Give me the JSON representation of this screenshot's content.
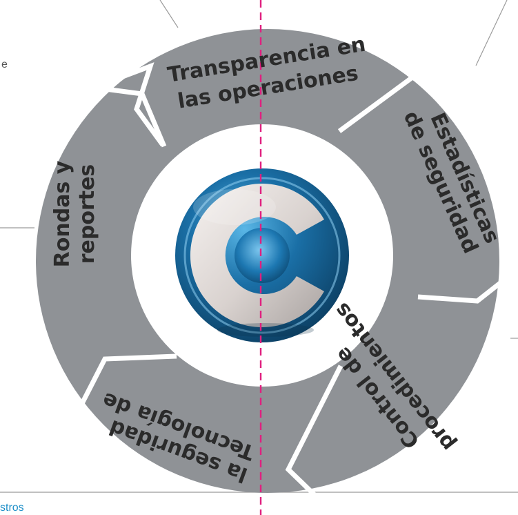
{
  "diagram": {
    "segments": [
      {
        "id": "transparencia",
        "lines": [
          "Transparencia en",
          "las operaciones"
        ]
      },
      {
        "id": "estadisticas",
        "lines": [
          "Estadísticas",
          "de seguridad"
        ]
      },
      {
        "id": "control",
        "lines": [
          "Control de",
          "procedimientos"
        ]
      },
      {
        "id": "tecnologia",
        "lines": [
          "Tecnología de",
          "la seguridad"
        ]
      },
      {
        "id": "rondas",
        "lines": [
          "Rondas y",
          "reportes"
        ]
      }
    ],
    "colors": {
      "segment_fill": "#8f9296",
      "segment_border": "#ffffff",
      "label": "#2b2b2b",
      "center_bg": "#ffffff",
      "logo_blue": "#1a6fa6",
      "logo_blue_dark": "#0c3f63",
      "logo_silver": "#d9d2cf",
      "guide_line": "#e0207f",
      "edge_text": "#1e8fc8",
      "thin_line": "#9b9b9b"
    },
    "logo_icon": "c-logo-icon",
    "edge_fragments": {
      "left_fragment": "e",
      "bottom_fragment": "stros"
    }
  }
}
